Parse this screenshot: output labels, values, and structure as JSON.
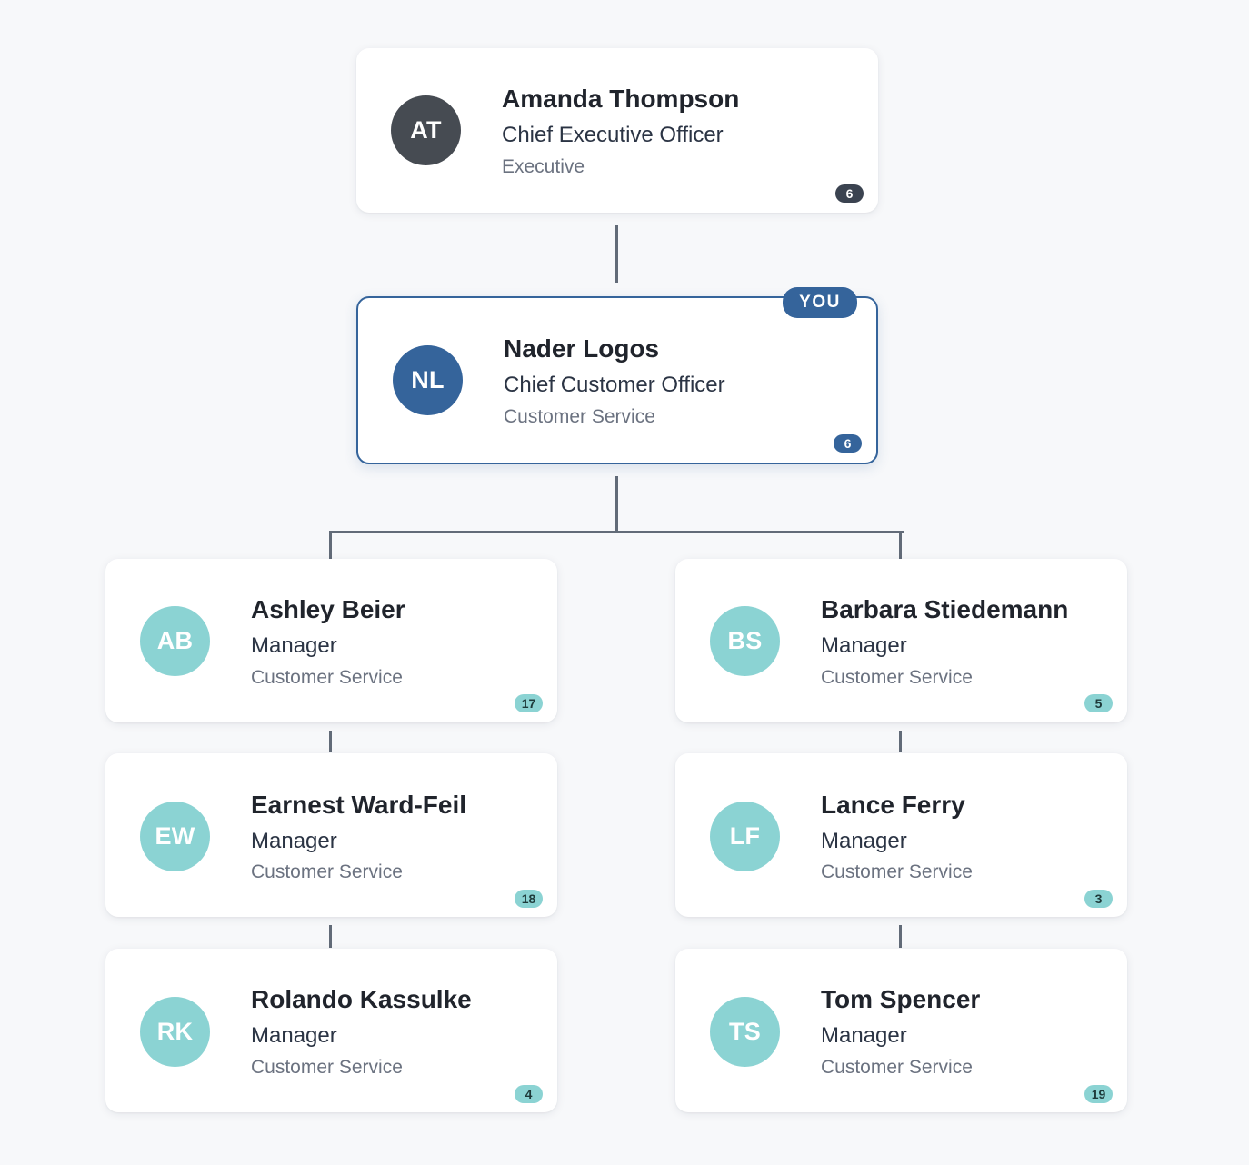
{
  "ceo": {
    "initials": "AT",
    "name": "Amanda Thompson",
    "title": "Chief Executive Officer",
    "department": "Executive",
    "reports": "6"
  },
  "current_user": {
    "badge": "YOU",
    "initials": "NL",
    "name": "Nader Logos",
    "title": "Chief Customer Officer",
    "department": "Customer Service",
    "reports": "6"
  },
  "reports_left": [
    {
      "initials": "AB",
      "name": "Ashley Beier",
      "title": "Manager",
      "department": "Customer Service",
      "reports": "17"
    },
    {
      "initials": "EW",
      "name": "Earnest Ward-Feil",
      "title": "Manager",
      "department": "Customer Service",
      "reports": "18"
    },
    {
      "initials": "RK",
      "name": "Rolando Kassulke",
      "title": "Manager",
      "department": "Customer Service",
      "reports": "4"
    }
  ],
  "reports_right": [
    {
      "initials": "BS",
      "name": "Barbara Stiedemann",
      "title": "Manager",
      "department": "Customer Service",
      "reports": "5"
    },
    {
      "initials": "LF",
      "name": "Lance Ferry",
      "title": "Manager",
      "department": "Customer Service",
      "reports": "3"
    },
    {
      "initials": "TS",
      "name": "Tom Spencer",
      "title": "Manager",
      "department": "Customer Service",
      "reports": "19"
    }
  ],
  "colors": {
    "executive_avatar": "#464b52",
    "current_user_accent": "#35649b",
    "report_avatar": "#8bd3d3",
    "connector": "#626b78"
  }
}
